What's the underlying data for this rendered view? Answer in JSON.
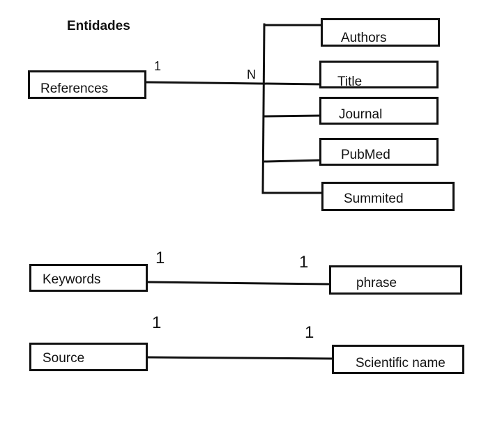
{
  "diagram": {
    "title": "Entidades",
    "entities": {
      "references": "References",
      "authors": "Authors",
      "title": "Title",
      "journal": "Journal",
      "pubmed": "PubMed",
      "summited": "Summited",
      "keywords": "Keywords",
      "phrase": "phrase",
      "source": "Source",
      "scientific_name": "Scientific name"
    },
    "cardinalities": {
      "references_side": "1",
      "attributes_side": "N",
      "keywords_side": "1",
      "phrase_side": "1",
      "source_side": "1",
      "scientific_name_side": "1"
    }
  }
}
